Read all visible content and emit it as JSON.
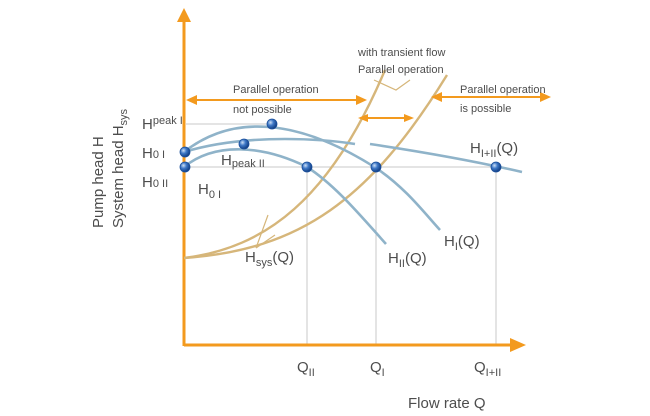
{
  "axes": {
    "y_label_1": "Pump head H",
    "y_label_2_main": "System head H",
    "y_label_2_sub": "sys",
    "x_label": "Flow rate Q"
  },
  "annotations": {
    "parallel_not_possible_1": "Parallel operation",
    "parallel_not_possible_2": "not possible",
    "transient_1": "with transient flow",
    "transient_2": "Parallel operation",
    "parallel_possible_1": "Parallel operation",
    "parallel_possible_2": "is possible"
  },
  "y_markers": {
    "h_peak_1": {
      "main": "H",
      "sub": "peak I"
    },
    "h_0_1": {
      "main": "H",
      "sub": "0 I"
    },
    "h_0_2": {
      "main": "H",
      "sub": "0 II"
    },
    "h_peak_2": {
      "main": "H",
      "sub": "peak II"
    },
    "h_0_1_inner": {
      "main": "H",
      "sub": "0 I"
    }
  },
  "curve_labels": {
    "h_1_2": {
      "main": "H",
      "sub": "I+II",
      "suffix": "(Q)"
    },
    "h_1": {
      "main": "H",
      "sub": "I",
      "suffix": "(Q)"
    },
    "h_2": {
      "main": "H",
      "sub": "II",
      "suffix": "(Q)"
    },
    "h_sys": {
      "main": "H",
      "sub": "sys",
      "suffix": "(Q)"
    }
  },
  "x_markers": {
    "q_2": {
      "main": "Q",
      "sub": "II"
    },
    "q_1": {
      "main": "Q",
      "sub": "I"
    },
    "q_1_2": {
      "main": "Q",
      "sub": "I+II"
    }
  },
  "colors": {
    "axis": "#f39a1e",
    "pump_curves": "#8fb3c9",
    "system_curves": "#d6b67a",
    "points": "#2a62b8"
  }
}
